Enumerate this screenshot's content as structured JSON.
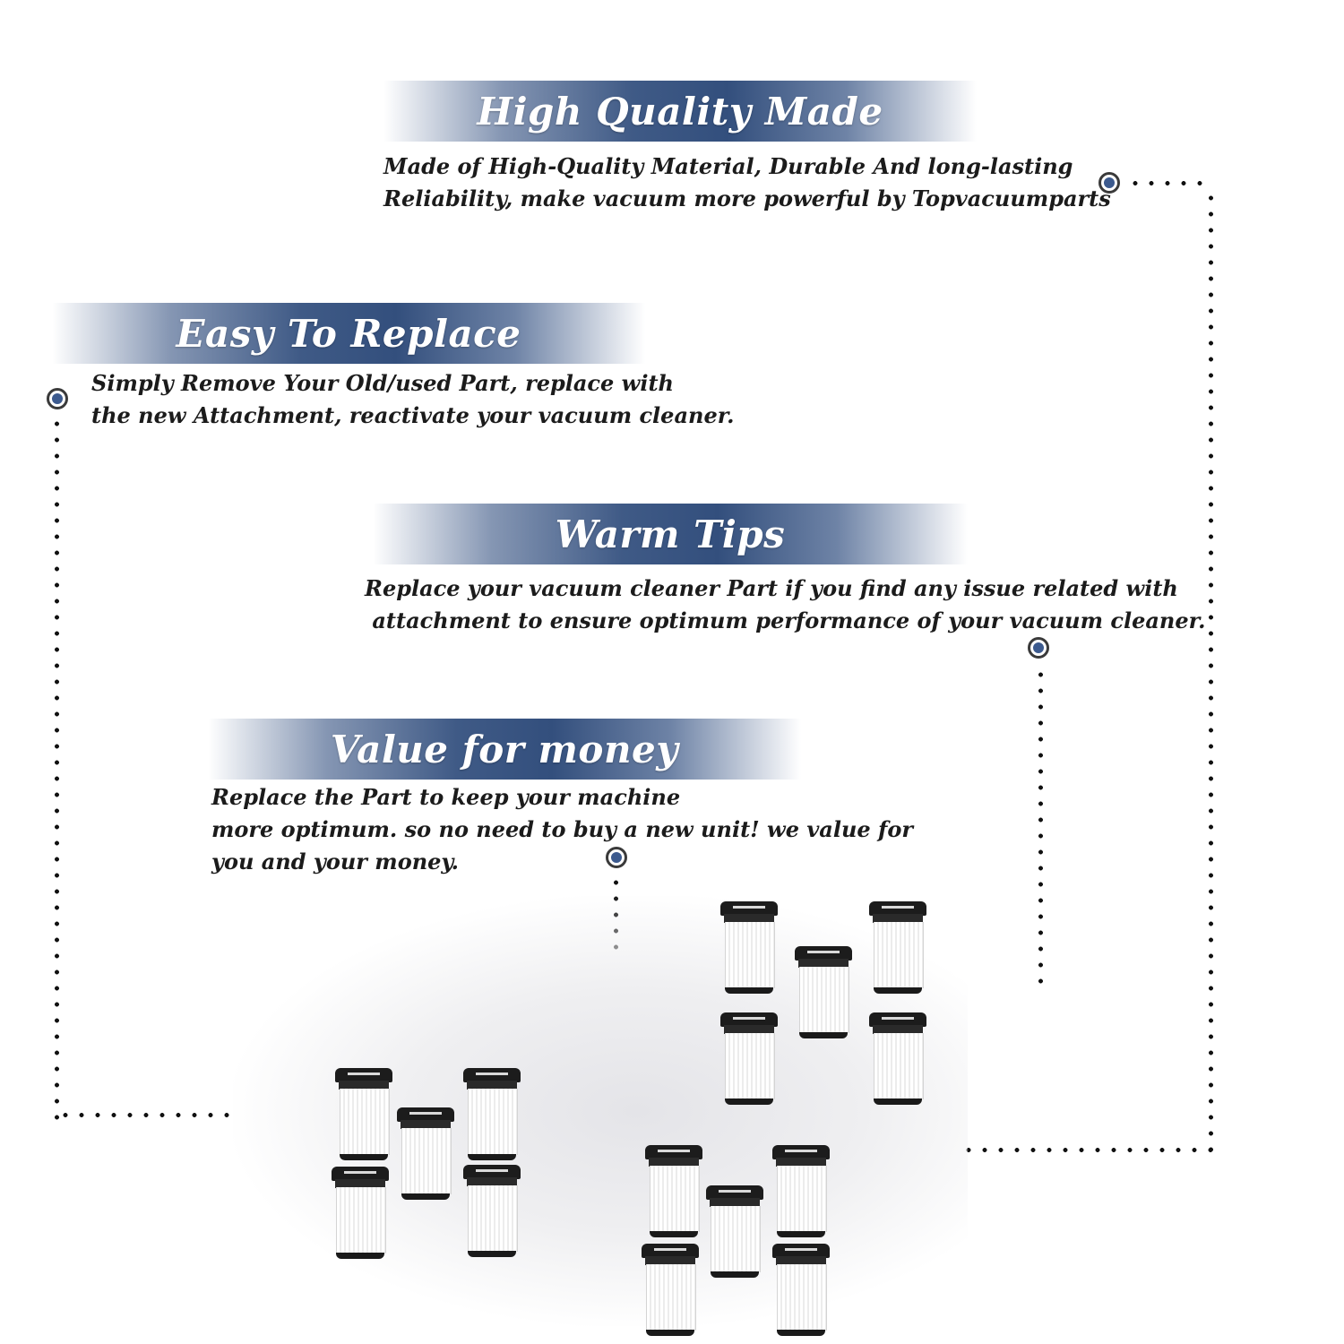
{
  "sections": [
    {
      "title": "High Quality Made",
      "lines": [
        "Made of  High-Quality Material, Durable And long-lasting",
        "Reliability, make vacuum more powerful by Topvacuumparts"
      ]
    },
    {
      "title": "Easy To Replace",
      "lines": [
        "Simply Remove Your Old/used Part, replace with",
        "the new Attachment, reactivate your vacuum cleaner."
      ]
    },
    {
      "title": "Warm Tips",
      "lines": [
        "Replace your vacuum cleaner Part if you find any issue related with",
        " attachment to ensure optimum performance of your vacuum cleaner."
      ]
    },
    {
      "title": "Value for money",
      "lines": [
        "Replace the Part to keep your machine",
        "more optimum. so no need to buy a new unit! we value for",
        "you and your money."
      ]
    }
  ],
  "colors": {
    "banner_blue": "#334f7d",
    "marker_blue": "#3c5a8e",
    "text": "#1b1b1b"
  },
  "icons": [
    "marker-dot-icon",
    "vacuum-filter-icon"
  ]
}
